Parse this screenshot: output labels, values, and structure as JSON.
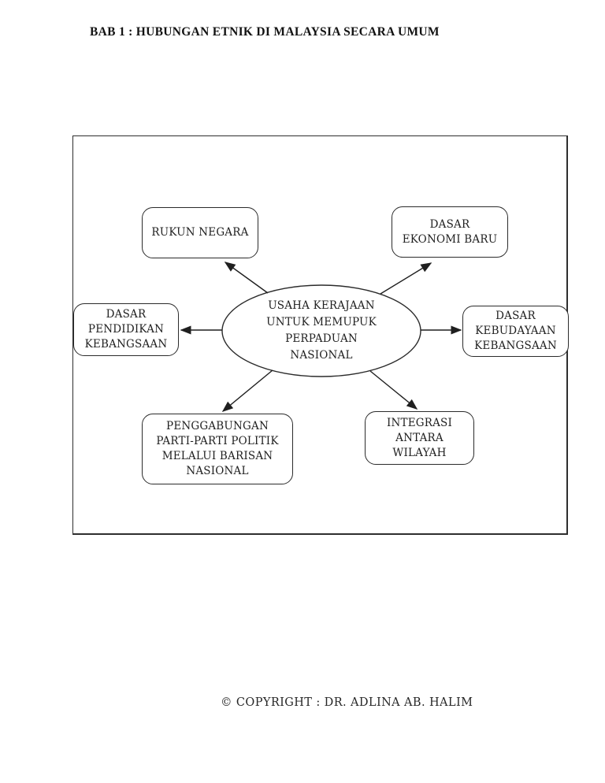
{
  "page": {
    "header_title": "BAB 1 : HUBUNGAN ETNIK DI MALAYSIA SECARA UMUM",
    "footer_copyright": "© COPYRIGHT : DR. ADLINA AB. HALIM"
  },
  "diagram": {
    "center_node": "USAHA KERAJAAN\nUNTUK MEMUPUK\nPERPADUAN\nNASIONAL",
    "nodes": [
      {
        "id": "rukun-negara",
        "label": "RUKUN NEGARA"
      },
      {
        "id": "dasar-ekonomi-baru",
        "label": "DASAR\nEKONOMI BARU"
      },
      {
        "id": "dasar-pendidikan-kebangsaan",
        "label": "DASAR\nPENDIDIKAN\nKEBANGSAAN"
      },
      {
        "id": "dasar-kebudayaan-kebangsaan",
        "label": "DASAR\nKEBUDAYAAN\nKEBANGSAAN"
      },
      {
        "id": "penggabungan-parti",
        "label": "PENGGABUNGAN\nPARTI-PARTI POLITIK\nMELALUI BARISAN\nNASIONAL"
      },
      {
        "id": "integrasi-antara-wilayah",
        "label": "INTEGRASI\nANTARA\nWILAYAH"
      }
    ],
    "arrow_direction": "outward-from-center",
    "colors": {
      "ink": "#1f1f1f",
      "background": "#ffffff"
    }
  }
}
